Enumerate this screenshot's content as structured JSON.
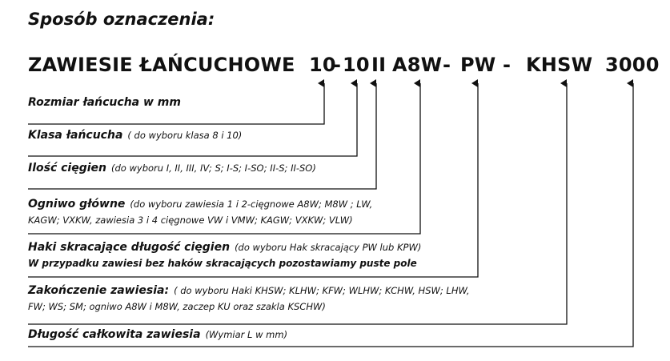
{
  "heading": "Sposób oznaczenia:",
  "code": {
    "product_name": "ZAWIESIE ŁAŃCUCHOWE",
    "parts": [
      "10",
      "-",
      "10",
      "II",
      "A8W",
      "-",
      "PW",
      "-",
      "KHSW",
      "3000"
    ]
  },
  "legend": [
    {
      "label": "Rozmiar łańcucha w mm",
      "note": ""
    },
    {
      "label": "Klasa łańcucha",
      "note": "( do wyboru klasa 8 i 10)"
    },
    {
      "label": "Ilość cięgien",
      "note": "(do wyboru I, II, III, IV; S; I-S; I-SO; II-S; II-SO)"
    },
    {
      "label": "Ogniwo główne",
      "note": "(do wyboru zawiesia 1 i 2-cięgnowe A8W; M8W ; LW,",
      "note2": "KAGW; VXKW,  zawiesia 3 i 4 cięgnowe VW i VMW; KAGW; VXKW; VLW)"
    },
    {
      "label": "Haki skracające długość cięgien",
      "note": "(do wyboru Hak skracający PW lub KPW)",
      "note2": "W przypadku zawiesi bez haków skracających pozostawiamy puste pole"
    },
    {
      "label": "Zakończenie zawiesia:",
      "note": "( do wyboru Haki KHSW;  KLHW; KFW; WLHW; KCHW, HSW; LHW,",
      "note2": "FW; WS; SM; ogniwo A8W i M8W, zaczep KU oraz  szakla KSCHW)"
    },
    {
      "label": "Długość całkowita zawiesia",
      "note": "(Wymiar L w mm)"
    }
  ]
}
